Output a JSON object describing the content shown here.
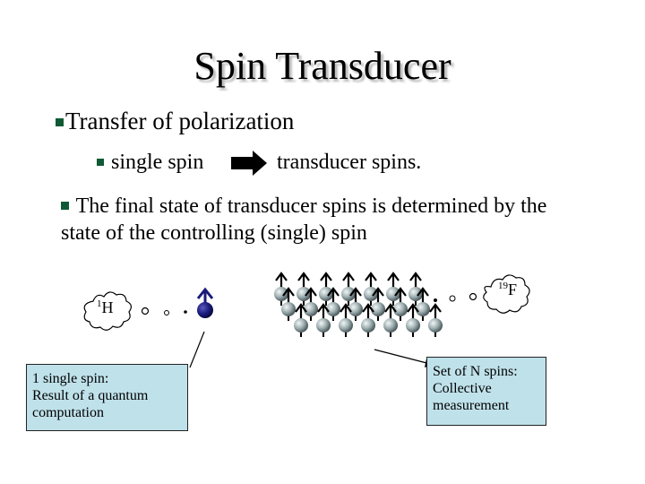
{
  "title": "Spin Transducer",
  "bullets": {
    "level1": "Transfer of polarization",
    "level2_left": "single spin",
    "level2_right": "transducer spins.",
    "level1b_line1": "The final state of transducer spins is determined by the",
    "level1b_line2": "state of the controlling (single) spin"
  },
  "labels": {
    "h_mass": "1",
    "h_symbol": "H",
    "f_mass": "19",
    "f_symbol": "F"
  },
  "callouts": {
    "left": [
      "1 single spin:",
      "Result of a quantum",
      "computation"
    ],
    "right": [
      "Set of N spins:",
      "Collective",
      "measurement"
    ]
  },
  "colors": {
    "bullet": "#0f5a35",
    "callout_bg": "#bfe1ea",
    "single_spin": "#1a1a7a",
    "transducer_spin": "#9aa8aa",
    "arrow_up": "#000000"
  }
}
